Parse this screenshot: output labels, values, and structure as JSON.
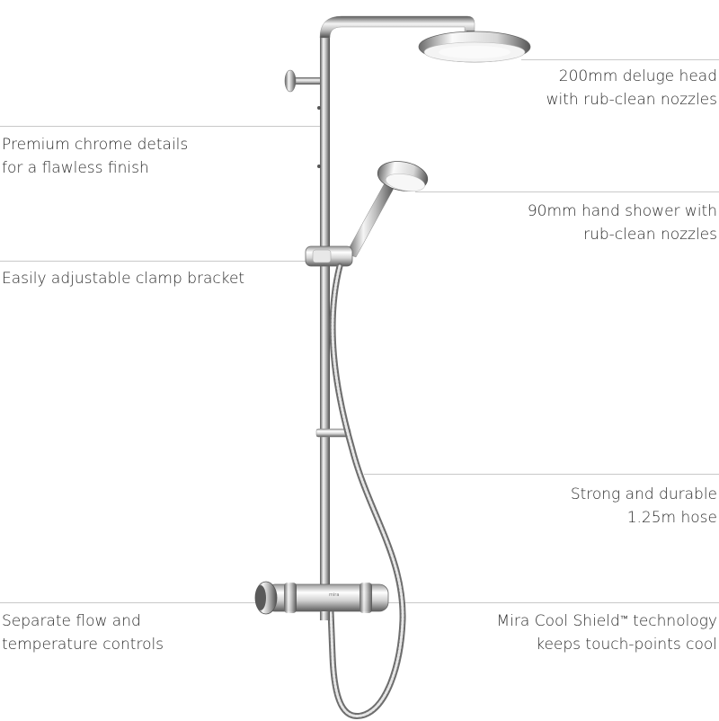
{
  "callouts": {
    "deluge_head": {
      "line1": "200mm deluge head",
      "line2": "with rub-clean nozzles"
    },
    "chrome": {
      "line1": "Premium chrome details",
      "line2": "for a flawless finish"
    },
    "hand_shower": {
      "line1": "90mm hand shower with",
      "line2": "rub-clean nozzles"
    },
    "clamp": {
      "line1": "Easily adjustable clamp bracket"
    },
    "hose": {
      "line1": "Strong and durable",
      "line2": "1.25m hose"
    },
    "controls": {
      "line1": "Separate flow and",
      "line2": "temperature controls"
    },
    "cool_shield": {
      "line1a": "Mira Cool Shield",
      "tm": "™",
      "line1b": " technology",
      "line2": "keeps touch-points cool"
    }
  },
  "colors": {
    "rule": "#c9c9c9",
    "chrome_dark": "#4a4a4a",
    "chrome_light": "#f2f2f2",
    "text": "#2d2d2d"
  },
  "product": {
    "valve_badge": "mira"
  }
}
